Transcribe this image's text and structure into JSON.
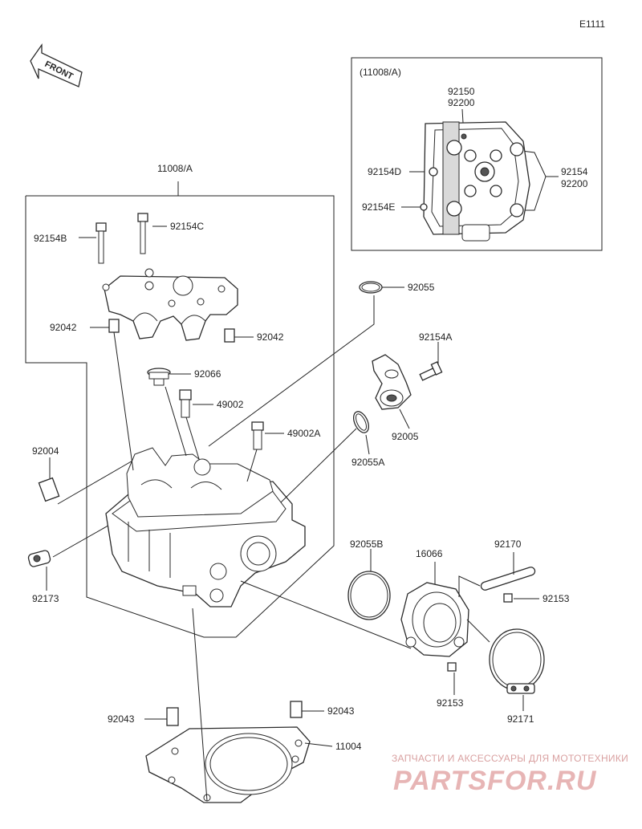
{
  "diagram_id": "E1111",
  "front_label": "FRONT",
  "inset": {
    "title": "(11008/A)",
    "labels": {
      "a": "92150",
      "b": "92200",
      "c": "92154D",
      "d": "92154E",
      "e": "92154",
      "f": "92200"
    }
  },
  "parts": {
    "head_assy": "11008/A",
    "bolt_b": "92154B",
    "bolt_c": "92154C",
    "dowel_l": "92042",
    "dowel_r": "92042",
    "plug": "92066",
    "pipe_a": "49002",
    "pipe_b": "49002A",
    "stud": "92004",
    "sensor": "92173",
    "oring_top": "92055",
    "bolt_a": "92154A",
    "fitting": "92005",
    "oring_a": "92055A",
    "oring_b": "92055B",
    "holder": "16066",
    "bracket": "92170",
    "bolt_bracket": "92153",
    "bolt_holder": "92153",
    "clamp": "92171",
    "dowel_gl": "92043",
    "dowel_gr": "92043",
    "gasket": "11004"
  },
  "watermark": {
    "top": "ЗАПЧАСТИ И АКСЕССУАРЫ ДЛЯ МОТОТЕХНИКИ",
    "logo": "PARTSFOR.RU"
  },
  "colors": {
    "line": "#222222",
    "watermark": "#e7b5b5"
  }
}
